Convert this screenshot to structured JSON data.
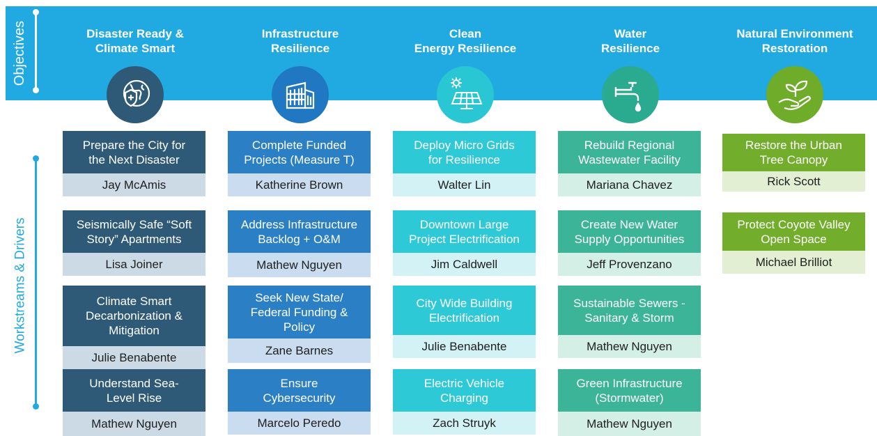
{
  "side_labels": {
    "objectives": "Objectives",
    "workstreams": "Workstreams & Drivers"
  },
  "objectives": [
    {
      "title_lines": [
        "Disaster Ready &",
        "Climate Smart"
      ],
      "icon": "globe-shield-icon",
      "circle_color": "#2e5a78",
      "header_color": "#2e5a78",
      "owner_color": "#ccdae6",
      "workstreams": [
        {
          "lines": [
            "Prepare the City for",
            "the Next Disaster"
          ],
          "owner": "Jay McAmis"
        },
        {
          "lines": [
            "Seismically Safe “Soft",
            "Story” Apartments"
          ],
          "owner": "Lisa Joiner"
        },
        {
          "lines": [
            "Climate Smart",
            "Decarbonization &",
            "Mitigation"
          ],
          "owner": "Julie Benabente"
        },
        {
          "lines": [
            "Understand Sea-",
            "Level Rise"
          ],
          "owner": "Mathew Nguyen"
        }
      ]
    },
    {
      "title_lines": [
        "Infrastructure",
        "Resilience"
      ],
      "icon": "building-icon",
      "circle_color": "#1f78c1",
      "header_color": "#2b7fc5",
      "owner_color": "#cadcf0",
      "workstreams": [
        {
          "lines": [
            "Complete Funded",
            "Projects (Measure T)"
          ],
          "owner": "Katherine Brown"
        },
        {
          "lines": [
            "Address Infrastructure",
            "Backlog + O&M"
          ],
          "owner": "Mathew Nguyen"
        },
        {
          "lines": [
            "Seek New State/",
            "Federal Funding &",
            "Policy"
          ],
          "owner": "Zane Barnes"
        },
        {
          "lines": [
            "Ensure",
            "Cybersecurity"
          ],
          "owner": "Marcelo Peredo"
        }
      ]
    },
    {
      "title_lines": [
        "Clean",
        "Energy Resilience"
      ],
      "icon": "solar-panel-icon",
      "circle_color": "#29c6d3",
      "header_color": "#2ec9d6",
      "owner_color": "#d2f2f5",
      "workstreams": [
        {
          "lines": [
            "Deploy Micro Grids",
            "for Resilience"
          ],
          "owner": "Walter Lin"
        },
        {
          "lines": [
            "Downtown Large",
            "Project Electrification"
          ],
          "owner": "Jim Caldwell"
        },
        {
          "lines": [
            "City Wide Building",
            "Electrification"
          ],
          "owner": "Julie Benabente"
        },
        {
          "lines": [
            "Electric Vehicle",
            "Charging"
          ],
          "owner": "Zach Struyk"
        }
      ]
    },
    {
      "title_lines": [
        "Water",
        "Resilience"
      ],
      "icon": "water-faucet-icon",
      "circle_color": "#2aaa8f",
      "header_color": "#3cb497",
      "owner_color": "#d3efe6",
      "workstreams": [
        {
          "lines": [
            "Rebuild Regional",
            "Wastewater Facility"
          ],
          "owner": "Mariana Chavez"
        },
        {
          "lines": [
            "Create New Water",
            "Supply Opportunities"
          ],
          "owner": "Jeff Provenzano"
        },
        {
          "lines": [
            "Sustainable Sewers -",
            "Sanitary & Storm"
          ],
          "owner": "Mathew Nguyen"
        },
        {
          "lines": [
            "Green Infrastructure",
            "(Stormwater)"
          ],
          "owner": "Mathew Nguyen"
        }
      ]
    },
    {
      "title_lines": [
        "Natural Environment",
        "Restoration"
      ],
      "icon": "plant-hand-icon",
      "circle_color": "#6fac2a",
      "header_color": "#72ad2b",
      "owner_color": "#e2efd2",
      "workstreams": [
        {
          "lines": [
            "Restore the Urban",
            "Tree Canopy"
          ],
          "owner": "Rick Scott"
        },
        {
          "lines": [
            "Protect Coyote Valley",
            "Open Space"
          ],
          "owner": "Michael Brilliot"
        }
      ]
    }
  ]
}
